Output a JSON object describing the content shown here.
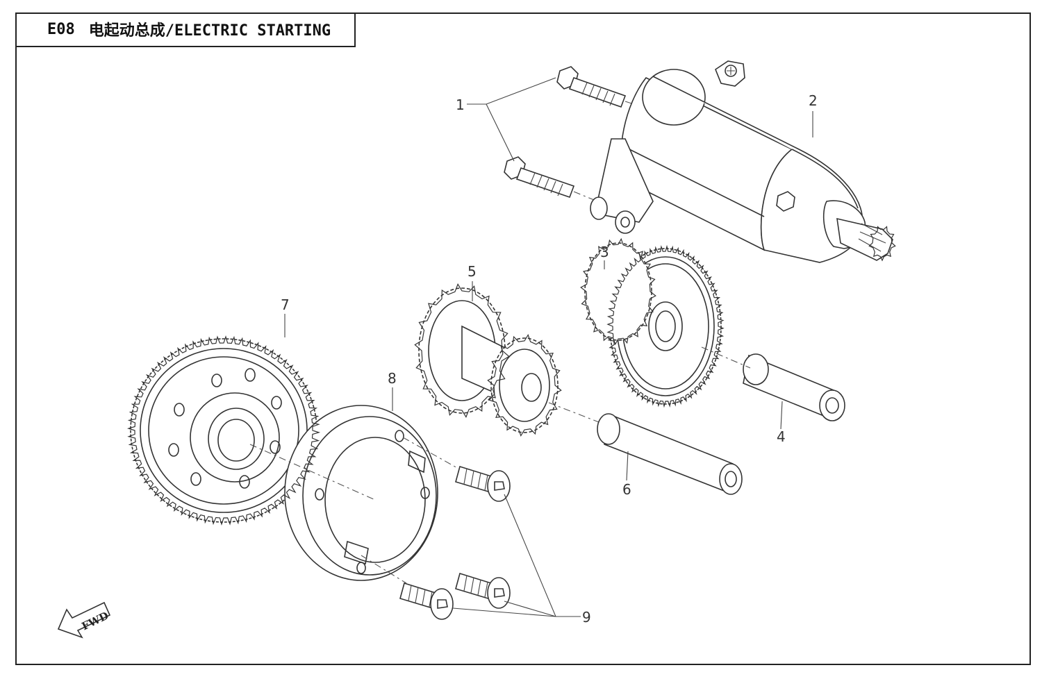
{
  "header": {
    "code": "E08",
    "title": "电起动总成/ELECTRIC STARTING"
  },
  "callouts": [
    {
      "id": "c1",
      "label": "1"
    },
    {
      "id": "c2",
      "label": "2"
    },
    {
      "id": "c3",
      "label": "3"
    },
    {
      "id": "c4",
      "label": "4"
    },
    {
      "id": "c5",
      "label": "5"
    },
    {
      "id": "c6",
      "label": "6"
    },
    {
      "id": "c7",
      "label": "7"
    },
    {
      "id": "c8",
      "label": "8"
    },
    {
      "id": "c9",
      "label": "9"
    }
  ],
  "fwd_indicator": {
    "label": "FWD"
  }
}
